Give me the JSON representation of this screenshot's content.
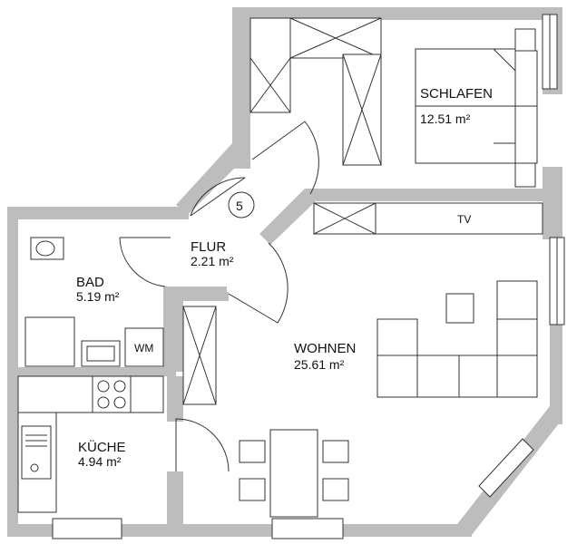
{
  "apartment_number": "5",
  "rooms": {
    "schlafen": {
      "name": "SCHLAFEN",
      "area": "12.51 m²"
    },
    "flur": {
      "name": "FLUR",
      "area": "2.21 m²"
    },
    "bad": {
      "name": "BAD",
      "area": "5.19 m²"
    },
    "wohnen": {
      "name": "WOHNEN",
      "area": "25.61 m²"
    },
    "kueche": {
      "name": "KÜCHE",
      "area": "4.94 m²"
    }
  },
  "fixtures": {
    "tv_label": "TV",
    "washing_machine_label": "WM"
  },
  "colors": {
    "wall": "#bdbdbd",
    "line": "#333333",
    "background": "#ffffff"
  }
}
